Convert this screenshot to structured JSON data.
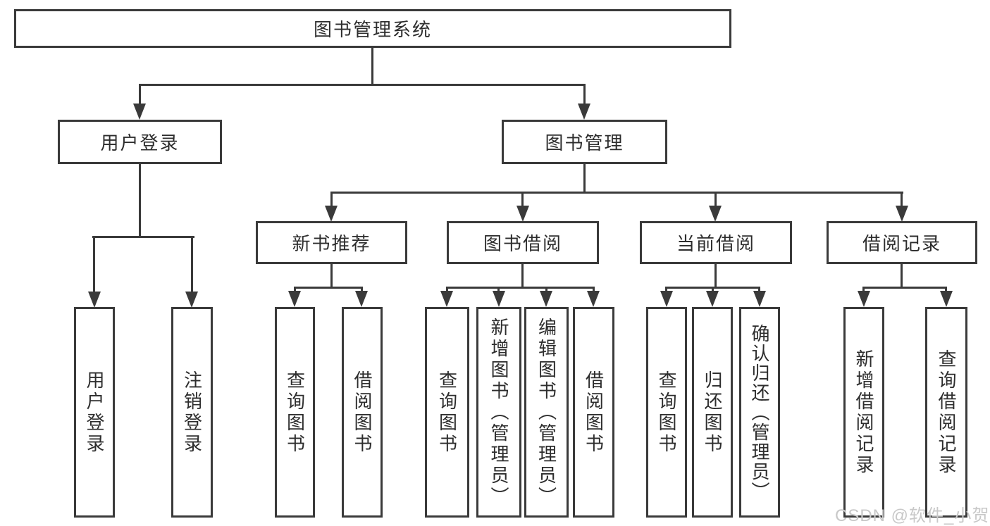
{
  "title": "图书管理系统",
  "tree": {
    "label": "图书管理系统",
    "children": [
      {
        "label": "用户登录",
        "children": [
          {
            "label": "用户登录"
          },
          {
            "label": "注销登录"
          }
        ]
      },
      {
        "label": "图书管理",
        "children": [
          {
            "label": "新书推荐",
            "children": [
              {
                "label": "查询图书"
              },
              {
                "label": "借阅图书"
              }
            ]
          },
          {
            "label": "图书借阅",
            "children": [
              {
                "label": "查询图书"
              },
              {
                "label": "新增图书（管理员）"
              },
              {
                "label": "编辑图书（管理员）"
              },
              {
                "label": "借阅图书"
              }
            ]
          },
          {
            "label": "当前借阅",
            "children": [
              {
                "label": "查询图书"
              },
              {
                "label": "归还图书"
              },
              {
                "label": "确认归还（管理员）"
              }
            ]
          },
          {
            "label": "借阅记录",
            "children": [
              {
                "label": "新增借阅记录"
              },
              {
                "label": "查询借阅记录"
              }
            ]
          }
        ]
      }
    ]
  },
  "watermark": "CSDN @软件_小贺同学",
  "colors": {
    "line": "#3a3a3a",
    "text": "#2d2d2d",
    "watermark": "#c8c8c8",
    "background": "#ffffff"
  }
}
